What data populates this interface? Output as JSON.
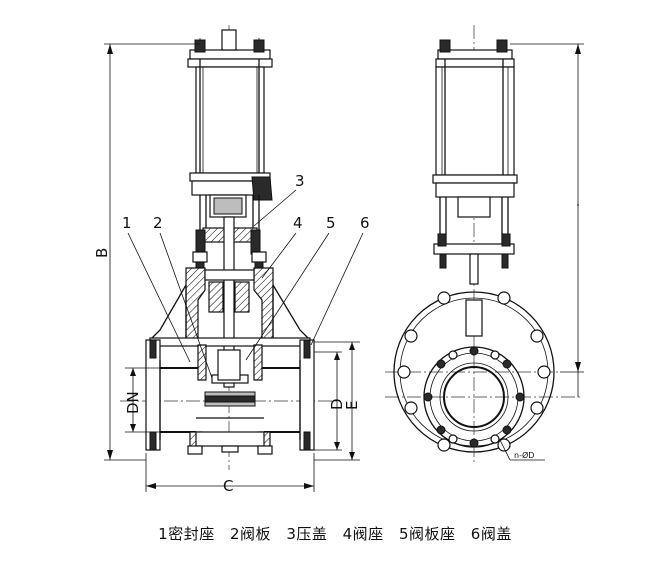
{
  "callouts": [
    "1",
    "2",
    "3",
    "4",
    "5",
    "6"
  ],
  "dimensions": {
    "B": "B",
    "C": "C",
    "DN": "DN",
    "D": "D",
    "E": "E",
    "bolt_holes": "n-ØD"
  },
  "legend": [
    "1密封座",
    "2阀板",
    "3压盖",
    "4阀座",
    "5阀板座",
    "6阀盖"
  ]
}
